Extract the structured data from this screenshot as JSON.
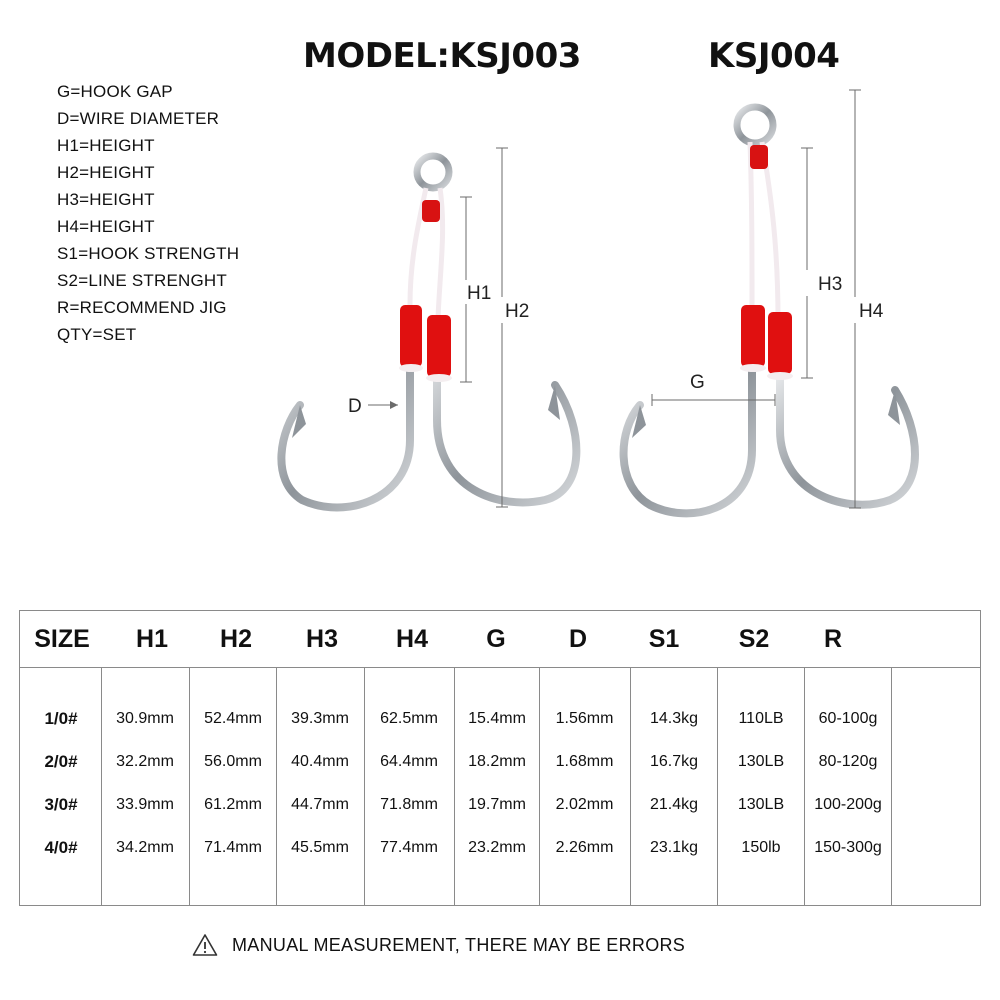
{
  "titles": {
    "left": "MODEL:KSJ003",
    "right": "KSJ004"
  },
  "legend": [
    "G=HOOK GAP",
    "D=WIRE DIAMETER",
    "H1=HEIGHT",
    "H2=HEIGHT",
    "H3=HEIGHT",
    "H4=HEIGHT",
    "S1=HOOK STRENGTH",
    "S2=LINE STRENGHT",
    "R=RECOMMEND JIG",
    "QTY=SET"
  ],
  "diagram_labels": {
    "d": "D",
    "h1": "H1",
    "h2": "H2",
    "g": "G",
    "h3": "H3",
    "h4": "H4"
  },
  "colors": {
    "thread": "#e01010",
    "hook": "#9aa0a6",
    "line": "#f4eef0",
    "dim_line": "#6b6b6b"
  },
  "table": {
    "headers": [
      "SIZE",
      "H1",
      "H2",
      "H3",
      "H4",
      "G",
      "D",
      "S1",
      "S2",
      "R"
    ],
    "rows": [
      [
        "1/0#",
        "30.9mm",
        "52.4mm",
        "39.3mm",
        "62.5mm",
        "15.4mm",
        "1.56mm",
        "14.3kg",
        "110LB",
        "60-100g"
      ],
      [
        "2/0#",
        "32.2mm",
        "56.0mm",
        "40.4mm",
        "64.4mm",
        "18.2mm",
        "1.68mm",
        "16.7kg",
        "130LB",
        "80-120g"
      ],
      [
        "3/0#",
        "33.9mm",
        "61.2mm",
        "44.7mm",
        "71.8mm",
        "19.7mm",
        "2.02mm",
        "21.4kg",
        "130LB",
        "100-200g"
      ],
      [
        "4/0#",
        "34.2mm",
        "71.4mm",
        "45.5mm",
        "77.4mm",
        "23.2mm",
        "2.26mm",
        "23.1kg",
        "150lb",
        "150-300g"
      ]
    ]
  },
  "note": {
    "icon": "warning-icon",
    "text": "MANUAL MEASUREMENT, THERE MAY BE ERRORS"
  }
}
